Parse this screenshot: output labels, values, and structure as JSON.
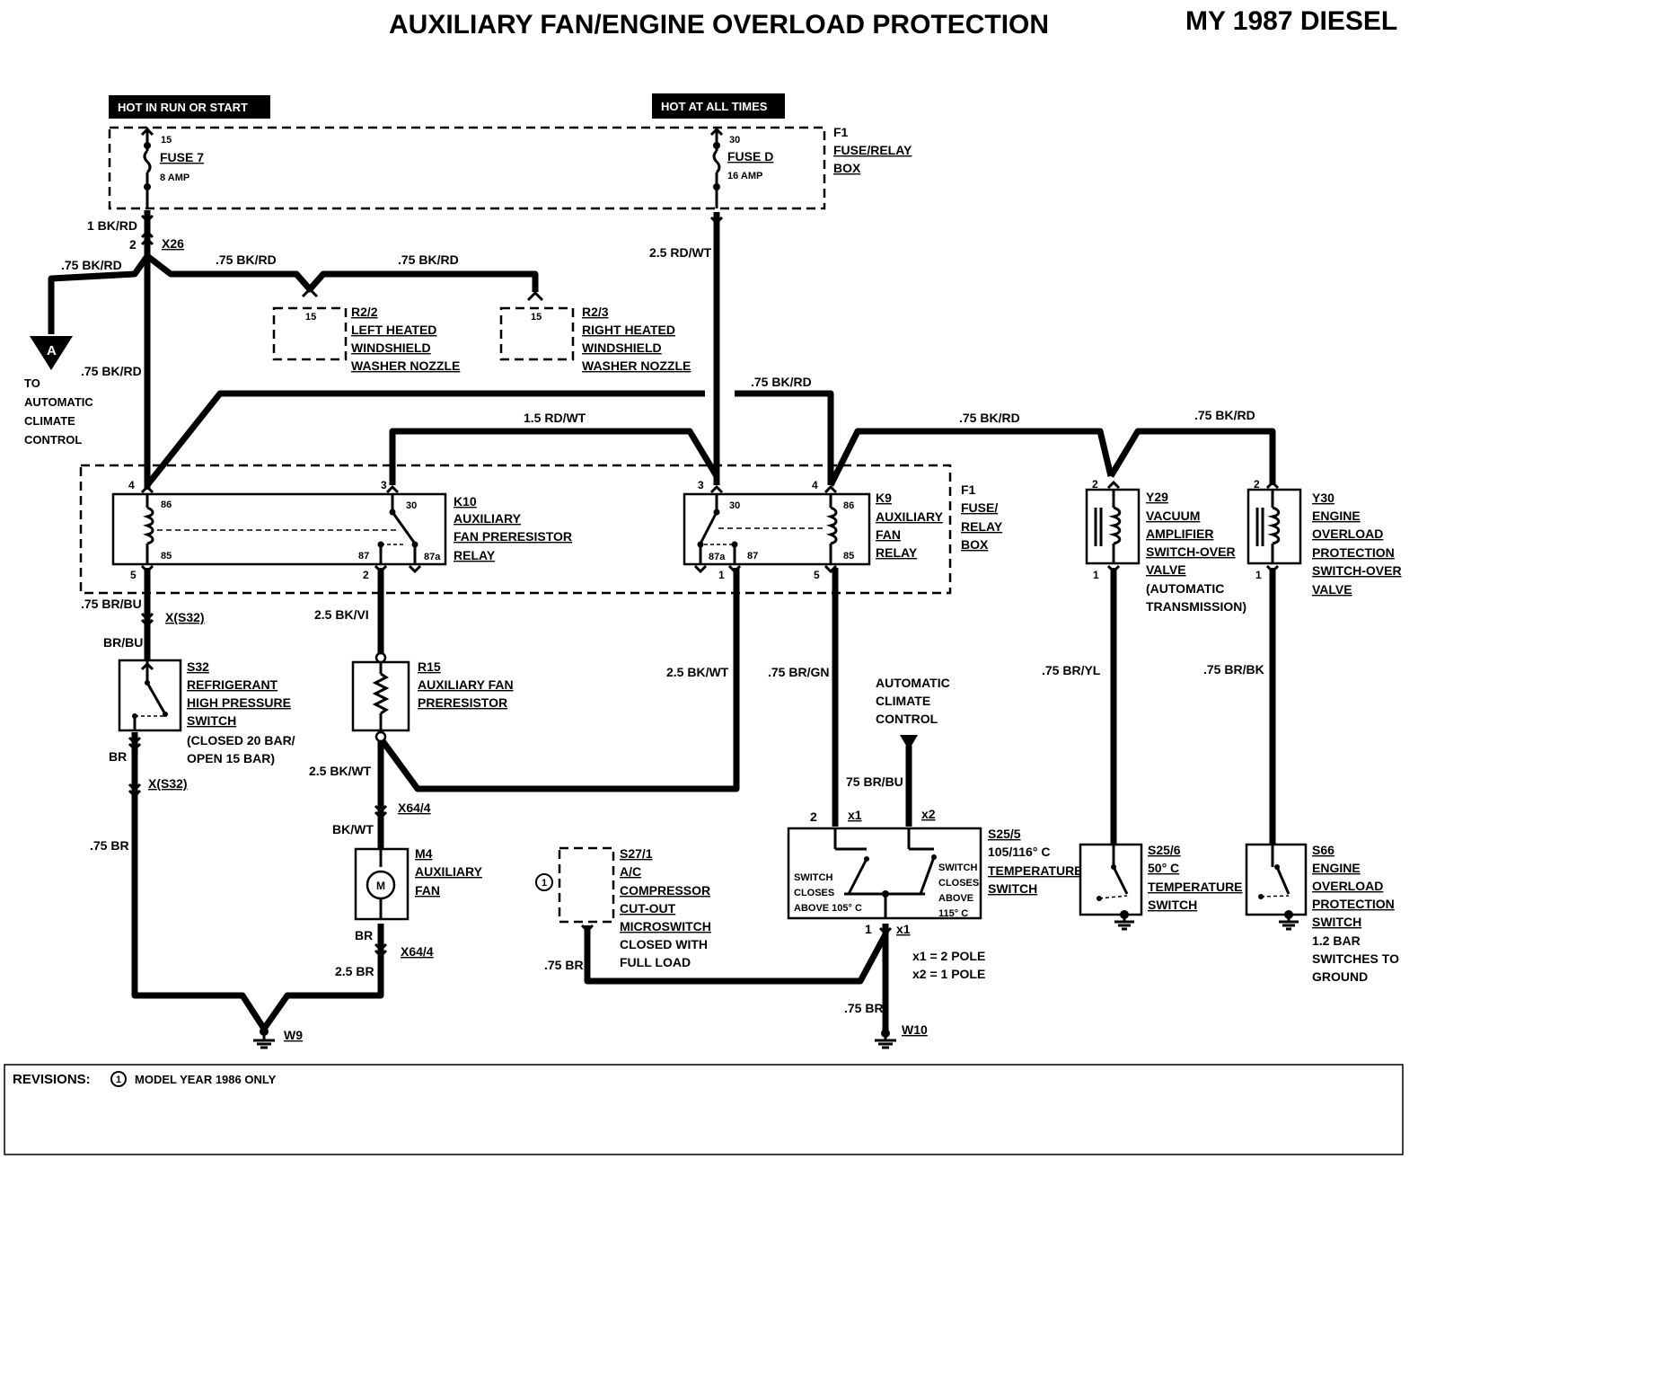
{
  "header": {
    "title": "AUXILIARY FAN/ENGINE OVERLOAD PROTECTION",
    "model_year": "MY 1987 DIESEL"
  },
  "power": {
    "hot_run": "HOT IN RUN OR START",
    "hot_always": "HOT AT ALL TIMES"
  },
  "fuse_box": {
    "id": "F1",
    "line1": "FUSE/RELAY",
    "line2": "BOX",
    "fuse7": {
      "pin": "15",
      "name": "FUSE 7",
      "rating": "8 AMP"
    },
    "fused": {
      "pin": "30",
      "name": "FUSE D",
      "rating": "16 AMP"
    }
  },
  "relay_box": {
    "id": "F1",
    "line1": "FUSE/",
    "line2": "RELAY",
    "line3": "BOX"
  },
  "wires": {
    "w_1bkrd": "1 BK/RD",
    "w_x26_pin": "2",
    "w_x26": "X26",
    "w_75bkrd_a": ".75 BK/RD",
    "w_75bkrd_b": ".75 BK/RD",
    "w_75bkrd_c": ".75 BK/RD",
    "w_75bkrd_d": ".75 BK/RD",
    "w_75bkrd_e": ".75 BK/RD",
    "w_75bkrd_f": ".75 BK/RD",
    "w_75bkrd_g": ".75 BK/RD",
    "w_25rdwt": "2.5 RD/WT",
    "w_15rdwt": "1.5 RD/WT",
    "w_75brbu": ".75 BR/BU",
    "w_xs32_a": "X(S32)",
    "w_brbu": "BR/BU",
    "w_br": "BR",
    "w_xs32_b": "X(S32)",
    "w_75br": ".75 BR",
    "w_25bkvi": "2.5 BK/VI",
    "w_25bkwt_a": "2.5 BK/WT",
    "w_25bkwt_b": "2.5 BK/WT",
    "w_x644_a": "X64/4",
    "w_bkwt": "BK/WT",
    "w_br_m4": "BR",
    "w_25br": "2.5 BR",
    "w_x644_b": "X64/4",
    "w_w9": "W9",
    "w_75brgn": ".75 BR/GN",
    "w_75brbu_ac": "75 BR/BU",
    "w_75bryl": ".75 BR/YL",
    "w_75brbk": ".75 BR/BK",
    "w_75br_s27": ".75 BR",
    "w_75br_w10": ".75 BR",
    "w_w10": "W10"
  },
  "to_climate": {
    "marker": "A",
    "l1": "TO",
    "l2": "AUTOMATIC",
    "l3": "CLIMATE",
    "l4": "CONTROL"
  },
  "r22": {
    "pin": "15",
    "id": "R2/2",
    "l1": "LEFT HEATED",
    "l2": "WINDSHIELD",
    "l3": "WASHER NOZZLE"
  },
  "r23": {
    "pin": "15",
    "id": "R2/3",
    "l1": "RIGHT HEATED",
    "l2": "WINDSHIELD",
    "l3": "WASHER NOZZLE"
  },
  "k10": {
    "id": "K10",
    "l1": "AUXILIARY",
    "l2": "FAN PRERESISTOR",
    "l3": "RELAY",
    "p4": "4",
    "p3": "3",
    "p5": "5",
    "p2": "2",
    "t86": "86",
    "t85": "85",
    "t30": "30",
    "t87": "87",
    "t87a": "87a"
  },
  "k9": {
    "id": "K9",
    "l1": "AUXILIARY",
    "l2": "FAN",
    "l3": "RELAY",
    "p3": "3",
    "p4": "4",
    "p1": "1",
    "p5": "5",
    "t30": "30",
    "t86": "86",
    "t87a": "87a",
    "t87": "87",
    "t85": "85"
  },
  "y29": {
    "id": "Y29",
    "p2": "2",
    "p1": "1",
    "l1": "VACUUM",
    "l2": "AMPLIFIER",
    "l3": "SWITCH-OVER",
    "l4": "VALVE",
    "l5": "(AUTOMATIC",
    "l6": "TRANSMISSION)"
  },
  "y30": {
    "id": "Y30",
    "p2": "2",
    "p1": "1",
    "l1": "ENGINE",
    "l2": "OVERLOAD",
    "l3": "PROTECTION",
    "l4": "SWITCH-OVER",
    "l5": "VALVE"
  },
  "s32": {
    "id": "S32",
    "l1": "REFRIGERANT",
    "l2": "HIGH PRESSURE",
    "l3": "SWITCH",
    "l4": "(CLOSED 20 BAR/",
    "l5": "OPEN 15 BAR)"
  },
  "r15": {
    "id": "R15",
    "l1": "AUXILIARY FAN",
    "l2": "PRERESISTOR"
  },
  "m4": {
    "id": "M4",
    "l1": "AUXILIARY",
    "l2": "FAN",
    "symbol": "M"
  },
  "s271": {
    "note": "1",
    "id": "S27/1",
    "l1": "A/C",
    "l2": "COMPRESSOR",
    "l3": "CUT-OUT",
    "l4": "MICROSWITCH",
    "l5": "CLOSED WITH",
    "l6": "FULL LOAD"
  },
  "ac_climate": {
    "l1": "AUTOMATIC",
    "l2": "CLIMATE",
    "l3": "CONTROL"
  },
  "s255": {
    "id": "S25/5",
    "l1": "105/116° C",
    "l2": "TEMPERATURE",
    "l3": "SWITCH",
    "p2": "2",
    "x1_top": "x1",
    "x2_top": "x2",
    "p1": "1",
    "x1_bot": "x1",
    "left1": "SWITCH",
    "left2": "CLOSES",
    "left3": "ABOVE 105° C",
    "right1": "SWITCH",
    "right2": "CLOSES",
    "right3": "ABOVE",
    "right4": "115° C",
    "key1": "x1 = 2 POLE",
    "key2": "x2 = 1 POLE"
  },
  "s256": {
    "id": "S25/6",
    "l1": "50° C",
    "l2": "TEMPERATURE",
    "l3": "SWITCH"
  },
  "s66": {
    "id": "S66",
    "l1": "ENGINE",
    "l2": "OVERLOAD",
    "l3": "PROTECTION",
    "l4": "SWITCH",
    "l5": "1.2 BAR",
    "l6": "SWITCHES TO",
    "l7": "GROUND"
  },
  "revisions": {
    "label": "REVISIONS:",
    "note_num": "1",
    "text": "MODEL YEAR 1986 ONLY"
  }
}
